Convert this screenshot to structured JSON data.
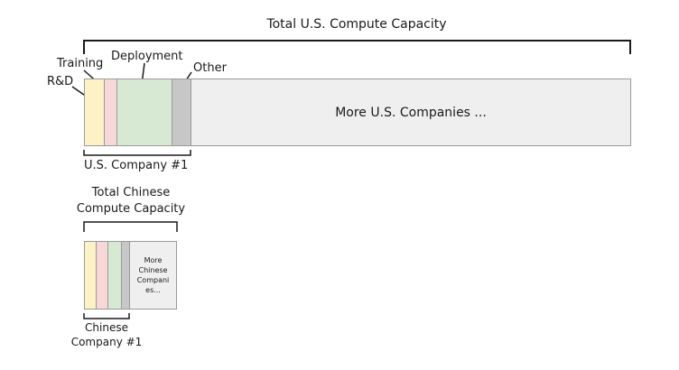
{
  "us": {
    "title": "Total U.S. Compute Capacity",
    "company_label": "U.S. Company #1",
    "rest_label": "More U.S. Companies ...",
    "segment_labels": {
      "rnd": "R&D",
      "training": "Training",
      "deployment": "Deployment",
      "other": "Other"
    }
  },
  "china": {
    "title_line1": "Total Chinese",
    "title_line2": "Compute Capacity",
    "company_line1": "Chinese",
    "company_line2": "Company #1",
    "rest_lines": [
      "More",
      "Chinese",
      "Compani",
      "es..."
    ]
  },
  "colors": {
    "rnd": "#fcf2c6",
    "training": "#f7d7d7",
    "deployment": "#d7e9d2",
    "other": "#c7c7c7",
    "rest": "#efefef"
  }
}
